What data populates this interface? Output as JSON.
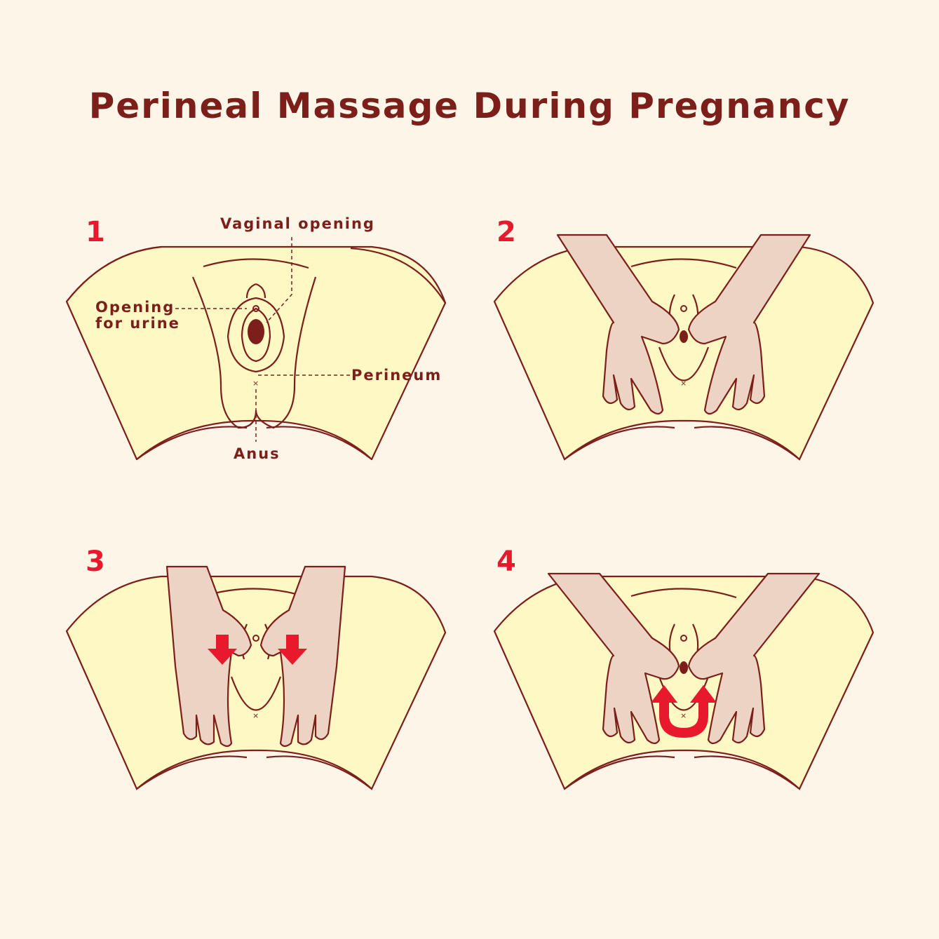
{
  "title": "Perineal Massage During Pregnancy",
  "colors": {
    "background": "#fdf5e8",
    "skin_body": "#fdf8c4",
    "hand": "#ecd3c3",
    "outline": "#7c1e1a",
    "accent_red": "#e8192c"
  },
  "steps": [
    {
      "number": "1",
      "labels": {
        "vaginal_opening": "Vaginal opening",
        "opening_for_urine_line1": "Opening",
        "opening_for_urine_line2": "for urine",
        "perineum": "Perineum",
        "anus": "Anus"
      }
    },
    {
      "number": "2"
    },
    {
      "number": "3",
      "arrows": "down-arrow-icon"
    },
    {
      "number": "4",
      "arrows": "u-turn-arrow-icon"
    }
  ]
}
